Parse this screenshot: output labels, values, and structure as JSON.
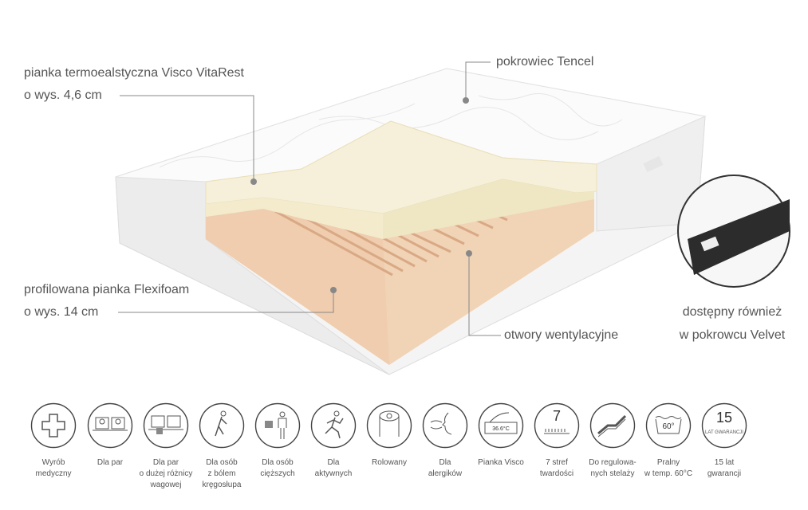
{
  "callouts": {
    "visco_line1": "pianka termoealstyczna Visco VitaRest",
    "visco_line2": "o wys. 4,6 cm",
    "cover": "pokrowiec Tencel",
    "flexi_line1": "profilowana pianka Flexifoam",
    "flexi_line2": "o wys. 14 cm",
    "vents": "otwory wentylacyjne",
    "velvet_line1": "dostępny również",
    "velvet_line2": "w pokrowcu Velvet"
  },
  "features": [
    {
      "icon": "medical-cross-icon",
      "label": "Wyrób\nmedyczny"
    },
    {
      "icon": "couple-icon",
      "label": "Dla par"
    },
    {
      "icon": "couple-weight-icon",
      "label": "Dla par\no dużej różnicy\nwagowej"
    },
    {
      "icon": "back-pain-icon",
      "label": "Dla osób\nz bólem\nkręgosłupa"
    },
    {
      "icon": "heavy-person-icon",
      "label": "Dla osób\ncięższych"
    },
    {
      "icon": "runner-icon",
      "label": "Dla\naktywnych"
    },
    {
      "icon": "rolled-icon",
      "label": "Rolowany"
    },
    {
      "icon": "allergy-icon",
      "label": "Dla\nalergików"
    },
    {
      "icon": "visco-hand-icon",
      "label": "Pianka Visco",
      "badge": "36.6°C"
    },
    {
      "icon": "zones-icon",
      "label": "7 stref\ntwardości",
      "badge": "7"
    },
    {
      "icon": "adjustable-bed-icon",
      "label": "Do regulowa-\nnych stelaży"
    },
    {
      "icon": "wash-icon",
      "label": "Pralny\nw temp. 60°C",
      "badge": "60°"
    },
    {
      "icon": "warranty-icon",
      "label": "15 lat\ngwarancji",
      "badge": "15",
      "badge_sub": "LAT\nGWARANCJI"
    }
  ],
  "colors": {
    "text": "#555555",
    "foam": "#f1d3b6",
    "visco": "#f6f0da",
    "line": "#777777"
  }
}
